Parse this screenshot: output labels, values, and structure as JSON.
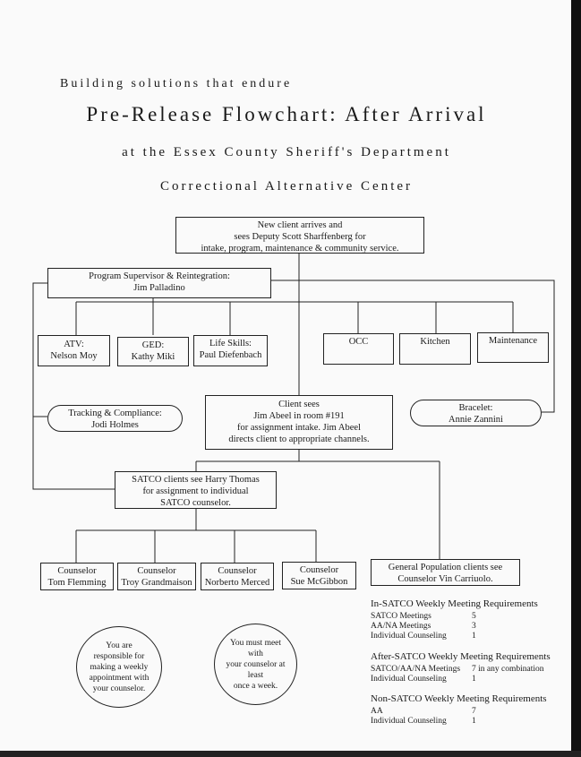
{
  "header": {
    "tagline": "Building solutions that endure",
    "title": "Pre-Release Flowchart: After Arrival",
    "subtitle": "at the Essex County Sheriff's Department",
    "subtitle2": "Correctional Alternative Center"
  },
  "nodes": {
    "arrival": [
      "New client arrives and",
      "sees Deputy Scott Sharffenberg for",
      "intake, program, maintenance & community service."
    ],
    "supervisor": [
      "Program Supervisor & Reintegration:",
      "Jim Palladino"
    ],
    "atv": [
      "ATV:",
      "Nelson Moy"
    ],
    "ged": [
      "GED:",
      "Kathy Miki"
    ],
    "life_skills": [
      "Life Skills:",
      "Paul Diefenbach"
    ],
    "occ": [
      "OCC"
    ],
    "kitchen": [
      "Kitchen"
    ],
    "maintenance": [
      "Maintenance"
    ],
    "tracking": [
      "Tracking & Compliance:",
      "Jodi Holmes"
    ],
    "client_sees": [
      "Client sees",
      "Jim Abeel in room #191",
      "for assignment intake. Jim Abeel",
      "directs client to appropriate channels."
    ],
    "bracelet": [
      "Bracelet:",
      "Annie Zannini"
    ],
    "satco": [
      "SATCO clients see Harry Thomas",
      "for assignment to individual",
      "SATCO counselor."
    ],
    "counselor1": [
      "Counselor",
      "Tom Flemming"
    ],
    "counselor2": [
      "Counselor",
      "Troy Grandmaison"
    ],
    "counselor3": [
      "Counselor",
      "Norberto Merced"
    ],
    "counselor4": [
      "Counselor",
      "Sue McGibbon"
    ],
    "general_pop": [
      "General Population clients see",
      "Counselor Vin Carriuolo."
    ]
  },
  "notes": {
    "weekly_appointment": [
      "You are",
      "responsible for",
      "making a weekly",
      "appointment with",
      "your counselor."
    ],
    "meet_weekly": [
      "You must meet with",
      "your counselor at least",
      "once a week."
    ]
  },
  "requirements": [
    {
      "title": "In-SATCO Weekly Meeting Requirements",
      "rows": [
        {
          "label": "SATCO Meetings",
          "value": "5"
        },
        {
          "label": "AA/NA Meetings",
          "value": "3"
        },
        {
          "label": "Individual Counseling",
          "value": "1"
        }
      ]
    },
    {
      "title": "After-SATCO Weekly Meeting Requirements",
      "rows": [
        {
          "label": "SATCO/AA/NA Meetings",
          "value": "7 in any combination"
        },
        {
          "label": "Individual Counseling",
          "value": "1"
        }
      ]
    },
    {
      "title": "Non-SATCO Weekly Meeting Requirements",
      "rows": [
        {
          "label": "AA",
          "value": "7"
        },
        {
          "label": "Individual Counseling",
          "value": "1"
        }
      ]
    }
  ]
}
